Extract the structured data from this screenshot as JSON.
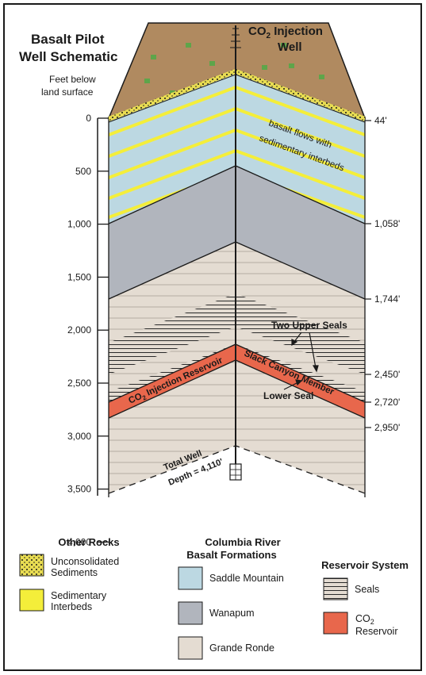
{
  "title": {
    "line1": "Basalt Pilot",
    "line2": "Well Schematic"
  },
  "well": {
    "label_co": "CO",
    "label_sub": "2",
    "label_rest": " Injection",
    "label_line2": "Well"
  },
  "depth_axis": {
    "label_line1": "Feet below",
    "label_line2": "land surface",
    "ticks": [
      "0",
      "500",
      "1,000",
      "1,500",
      "2,000",
      "2,500",
      "3,000",
      "3,500",
      "4,000"
    ]
  },
  "formation_depths": [
    "44'",
    "1,058'",
    "1,744'",
    "2,450'",
    "2,720'",
    "2,950'"
  ],
  "annotations": {
    "basalt_flows_line1": "basalt flows with",
    "basalt_flows_line2": "sedimentary interbeds",
    "reservoir_left_co": "CO",
    "reservoir_left_sub": "2",
    "reservoir_left_rest": " Injection Reservoir",
    "reservoir_right": "Slack Canyon Member",
    "upper_seals": "Two Upper Seals",
    "lower_seal": "Lower Seal",
    "total_depth_line1": "Total Well",
    "total_depth_line2": "Depth = 4,110'"
  },
  "legend": {
    "other_rocks": {
      "title": "Other Rocks",
      "items": [
        {
          "line1": "Unconsolidated",
          "line2": "Sediments"
        },
        {
          "line1": "Sedimentary",
          "line2": "Interbeds"
        }
      ]
    },
    "columbia": {
      "title_line1": "Columbia River",
      "title_line2": "Basalt Formations",
      "items": [
        "Saddle Mountain",
        "Wanapum",
        "Grande Ronde"
      ]
    },
    "reservoir_system": {
      "title": "Reservoir System",
      "seals": "Seals",
      "reservoir_co": "CO",
      "reservoir_sub": "2",
      "reservoir_line2": "Reservoir"
    }
  },
  "colors": {
    "surface_soil": "#b08a60",
    "surface_dots": "#5ea54a",
    "unconsolidated": "#e8dc52",
    "saddle_mountain": "#bcd8e2",
    "wanapum": "#b1b5bd",
    "grande_ronde": "#e4dcd2",
    "interbeds": "#f4ee3a",
    "co2_reservoir": "#e8674c",
    "line": "#1a1a1a"
  }
}
